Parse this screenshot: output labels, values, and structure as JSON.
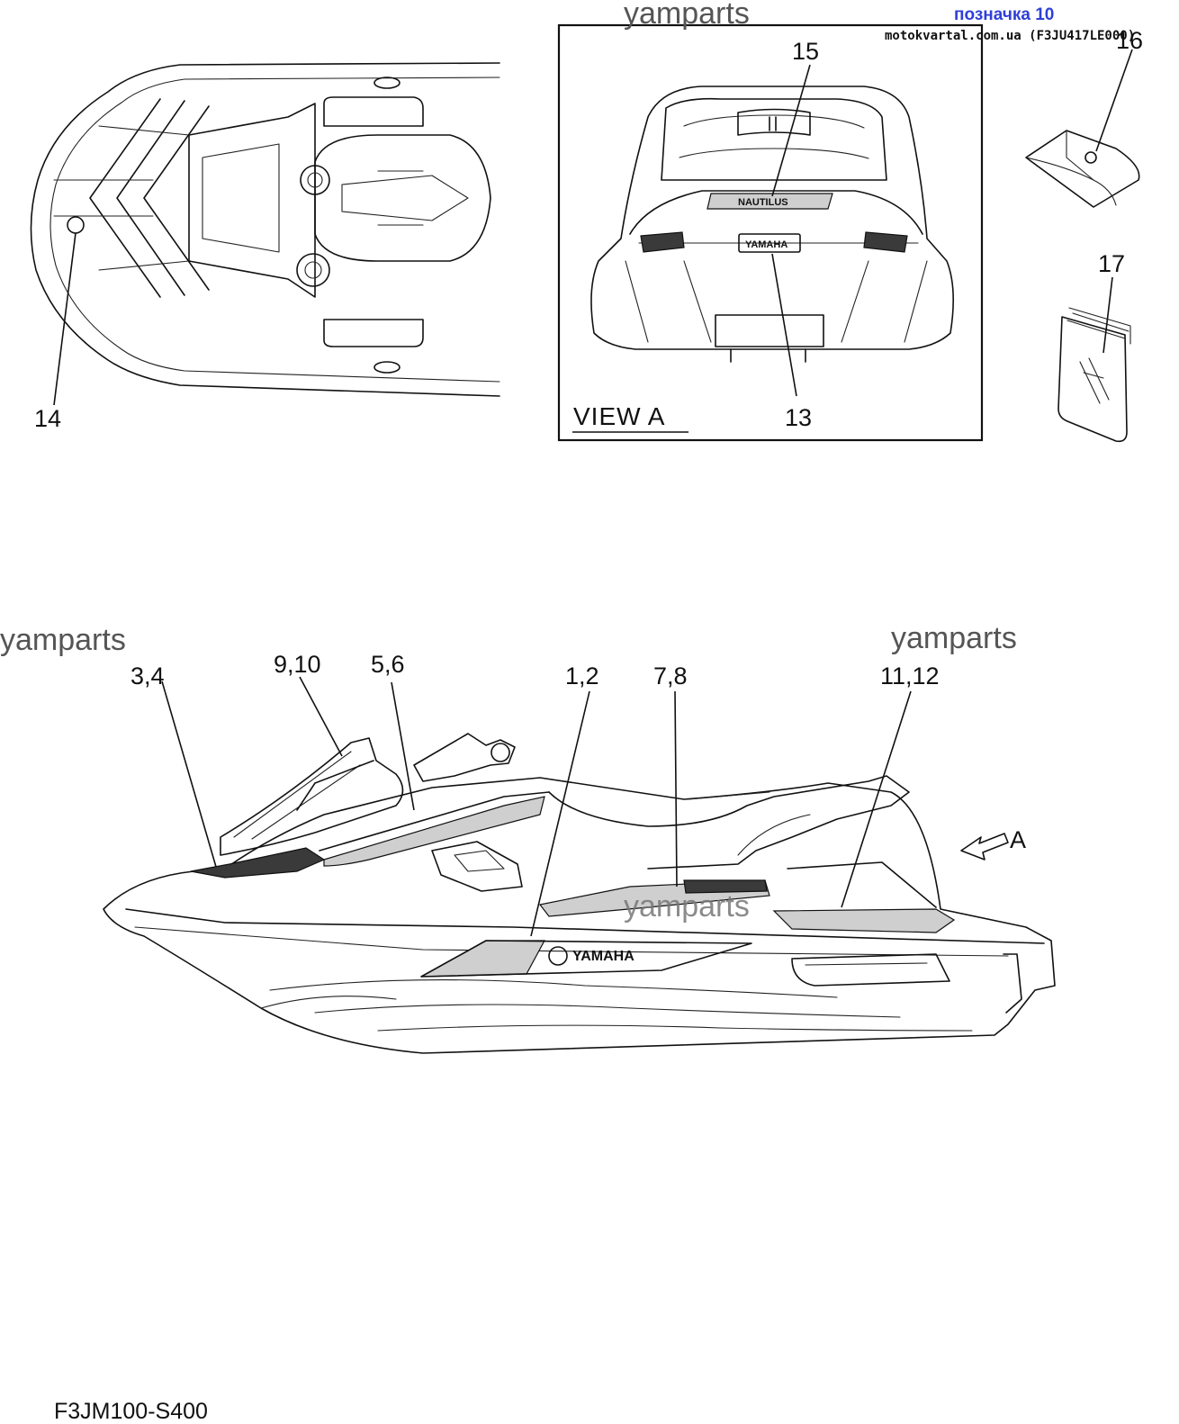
{
  "watermarks": {
    "top": "yamparts",
    "left": "yamparts",
    "right": "yamparts",
    "center": "yamparts"
  },
  "header": {
    "tag": "позначка 10",
    "tag_color": "#2f3fd8",
    "source": "motokvartal.com.ua (F3JU417LE000)"
  },
  "view_a": {
    "label": "VIEW A",
    "badge_top": "YAMAHA",
    "decal_small": "NAUTILUS"
  },
  "callouts": {
    "c13": "13",
    "c14": "14",
    "c15": "15",
    "c16": "16",
    "c17": "17",
    "c1_2": "1,2",
    "c3_4": "3,4",
    "c5_6": "5,6",
    "c7_8": "7,8",
    "c9_10": "9,10",
    "c11_12": "11,12",
    "arrow_a": "A"
  },
  "hull_decal": {
    "text": "YAMAHA"
  },
  "figure_code": "F3JM100-S400"
}
